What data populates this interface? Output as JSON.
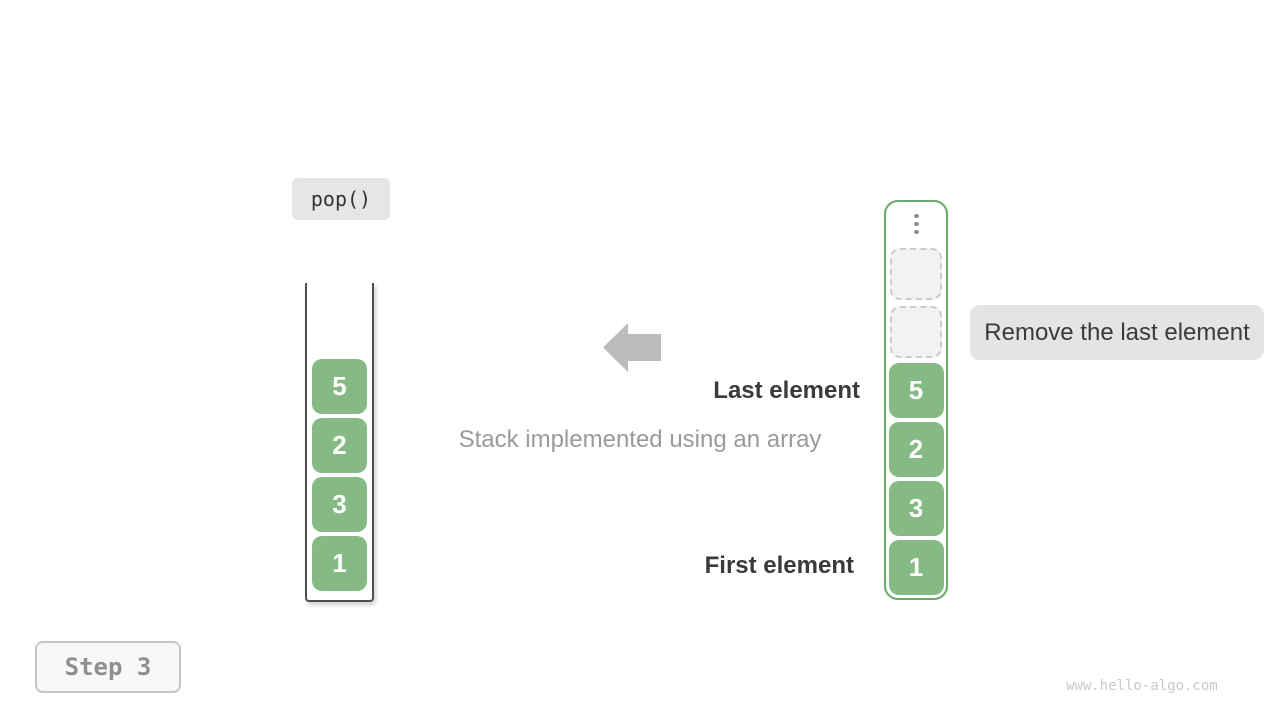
{
  "operation_label": "pop()",
  "step_label": "Step 3",
  "caption": "Stack implemented using an array",
  "annotations": {
    "last_element": "Last element",
    "first_element": "First element",
    "remove_note": "Remove the last element"
  },
  "left_stack": {
    "items": [
      "5",
      "2",
      "3",
      "1"
    ]
  },
  "right_stack": {
    "ellipsis_icon": "vertical-ellipsis",
    "empty_slots": [
      "",
      ""
    ],
    "items": [
      "5",
      "2",
      "3",
      "1"
    ]
  },
  "watermark": "www.hello-algo.com",
  "colors": {
    "element_green": "#85ba85",
    "container_green_border": "#67a967",
    "label_gray_bg": "#e6e6e6",
    "note_gray_bg": "#e4e4e4",
    "dark_text": "#3a3a3a",
    "caption_gray": "#9a9a9a",
    "arrow_gray": "#bbbbbb",
    "stack_outline": "#4f4f4f",
    "dashed_slot_border": "#cccccc",
    "dashed_slot_fill": "#f2f2f2",
    "step_text": "#8f8f8f",
    "watermark_gray": "#c9c9c9"
  }
}
